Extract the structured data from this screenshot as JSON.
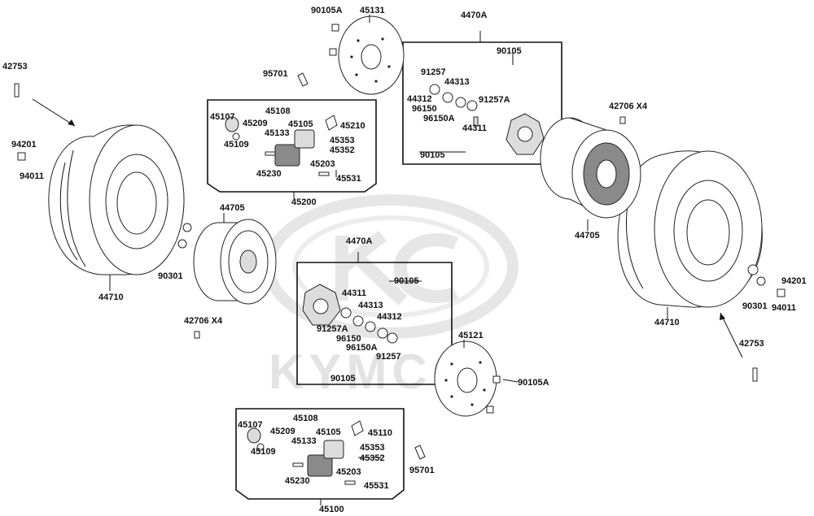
{
  "watermark": {
    "brand": "KYMCO"
  },
  "labels": {
    "p90105A_top": "90105A",
    "p45131": "45131",
    "p4470A_top": "4470A",
    "p42753_left": "42753",
    "p95701_top": "95701",
    "p90105_a": "90105",
    "p91257_a": "91257",
    "p44313_a": "44313",
    "p44312_a": "44312",
    "p96150_a": "96150",
    "p96150A_a": "96150A",
    "p91257A_a": "91257A",
    "p44311_a": "44311",
    "p90105_b": "90105",
    "p42706_right": "42706  X4",
    "p45107_a": "45107",
    "p45108_a": "45108",
    "p45209_a": "45209",
    "p45105_a": "45105",
    "p45133_a": "45133",
    "p45109_a": "45109",
    "p45210": "45210",
    "p45353_a": "45353",
    "p45352_a": "45352",
    "p45203_a": "45203",
    "p45230_a": "45230",
    "p45531_a": "45531",
    "p45200": "45200",
    "p94201_left": "94201",
    "p94011_left": "94011",
    "p44705_left": "44705",
    "p90301_left": "90301",
    "p44710_left": "44710",
    "p42706_left": "42706  X4",
    "p4470A_mid": "4470A",
    "p90105_c": "90105",
    "p44311_b": "44311",
    "p44313_b": "44313",
    "p44312_b": "44312",
    "p91257A_b": "91257A",
    "p96150_b": "96150",
    "p96150A_b": "96150A",
    "p91257_b": "91257",
    "p90105_d": "90105",
    "p44705_right": "44705",
    "p94201_right": "94201",
    "p90301_right": "90301",
    "p94011_right": "94011",
    "p44710_right": "44710",
    "p42753_right": "42753",
    "p45121": "45121",
    "p90105A_bottom": "90105A",
    "p45107_b": "45107",
    "p45108_b": "45108",
    "p45209_b": "45209",
    "p45105_b": "45105",
    "p45110": "45110",
    "p45133_b": "45133",
    "p45109_b": "45109",
    "p45353_b": "45353",
    "p45352_b": "45352",
    "p45203_b": "45203",
    "p45230_b": "45230",
    "p45531_b": "45531",
    "p95701_bottom": "95701",
    "p45100": "45100"
  }
}
